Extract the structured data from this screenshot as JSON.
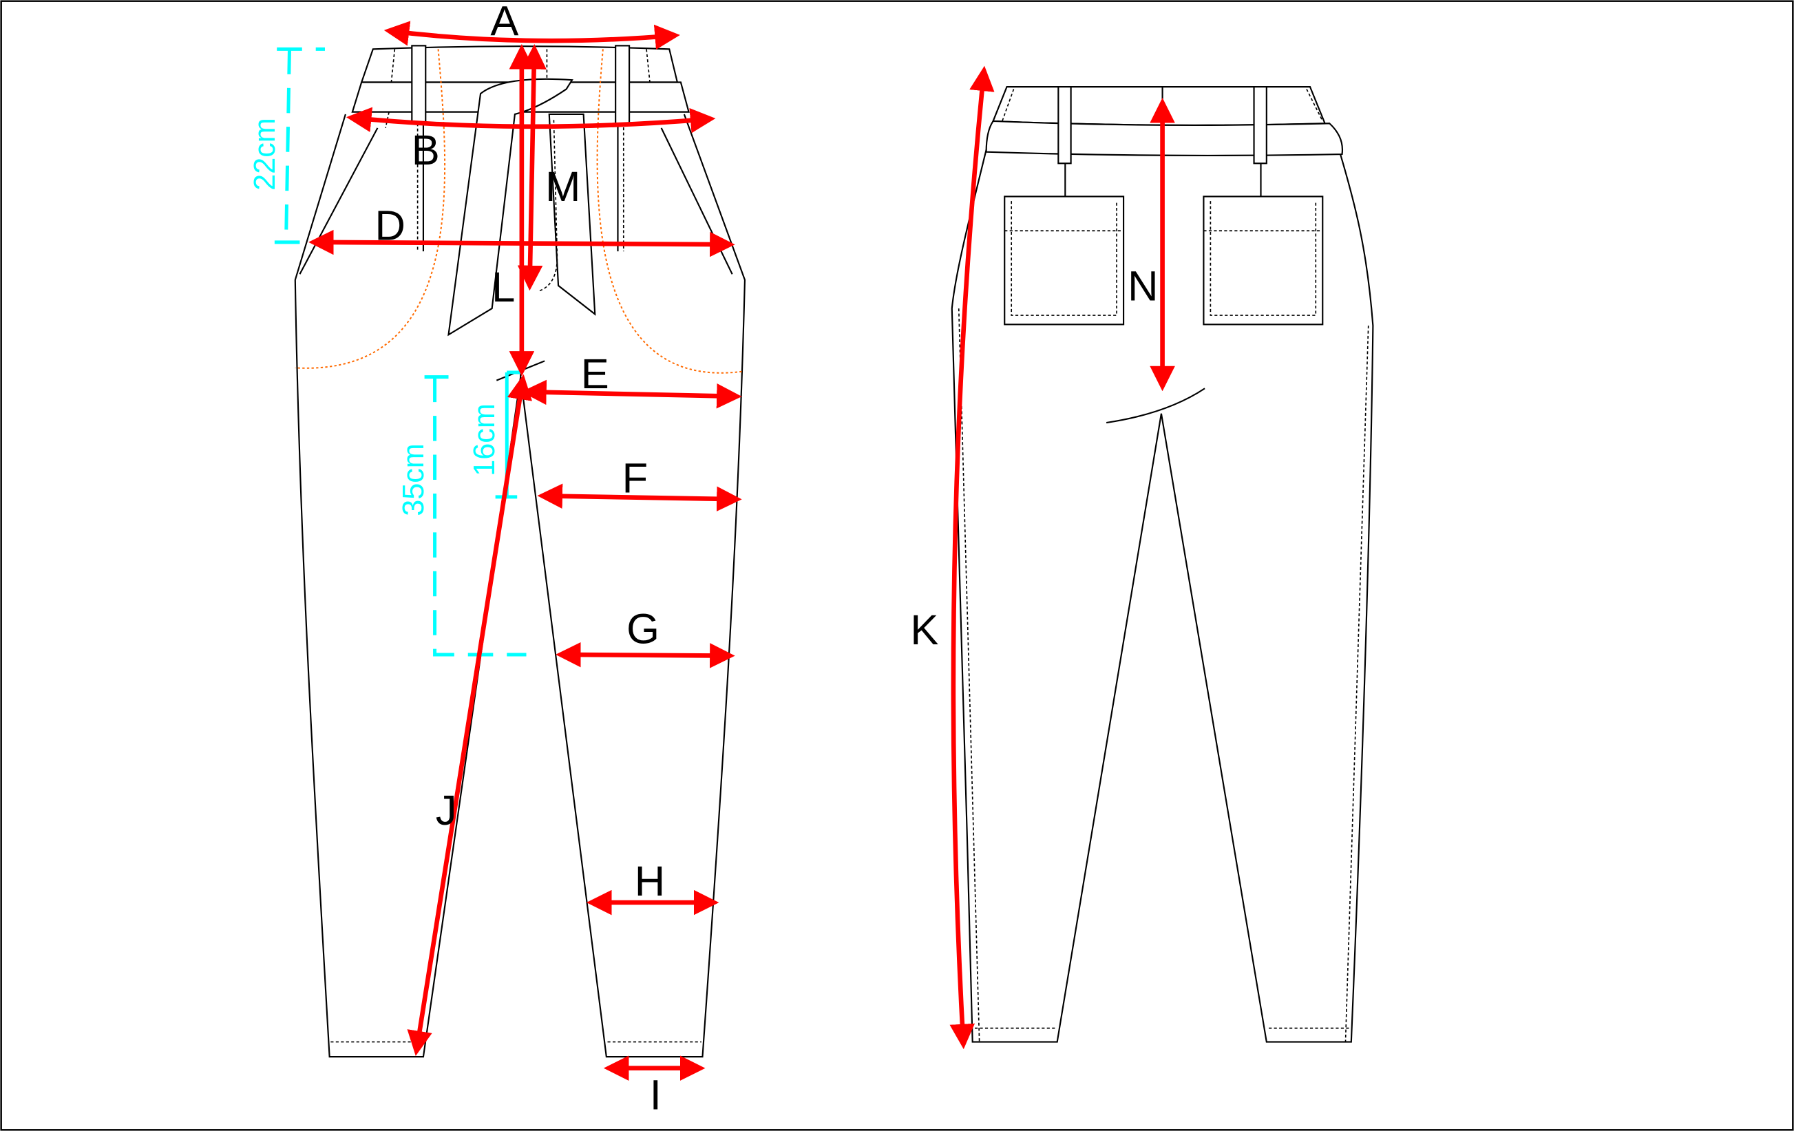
{
  "diagram": {
    "title": "Trousers measurement flat sketch",
    "colors": {
      "measure_arrow": "#ff0000",
      "reference_line": "#00ffff",
      "pocket_stitch": "#ff6a00",
      "outline": "#000000"
    },
    "front_labels": {
      "A": "A",
      "B": "B",
      "D": "D",
      "M": "M",
      "L": "L",
      "E": "E",
      "F": "F",
      "G": "G",
      "H": "H",
      "I": "I",
      "J": "J"
    },
    "back_labels": {
      "K": "K",
      "N": "N"
    },
    "reference_dims": {
      "waist_to_hip": "22cm",
      "crotch_to_knee": "35cm",
      "crotch_to_thigh": "16cm"
    }
  }
}
